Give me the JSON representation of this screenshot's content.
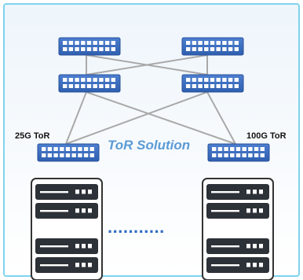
{
  "diagram": {
    "title": "ToR Solution",
    "tor_left_label": "25G ToR",
    "tor_right_label": "100G ToR",
    "ellipsis": "...........",
    "colors": {
      "frame_border": "#7fd3ee",
      "background": "#f1f7fc",
      "switch_fill": "#3f6fc1",
      "switch_port": "#ffffff",
      "link_line": "#a9a9a9",
      "server_frame": "#333333",
      "server_unit": "#2d3138",
      "title": "#5b9bd5",
      "dots": "#2f6cc2"
    }
  }
}
